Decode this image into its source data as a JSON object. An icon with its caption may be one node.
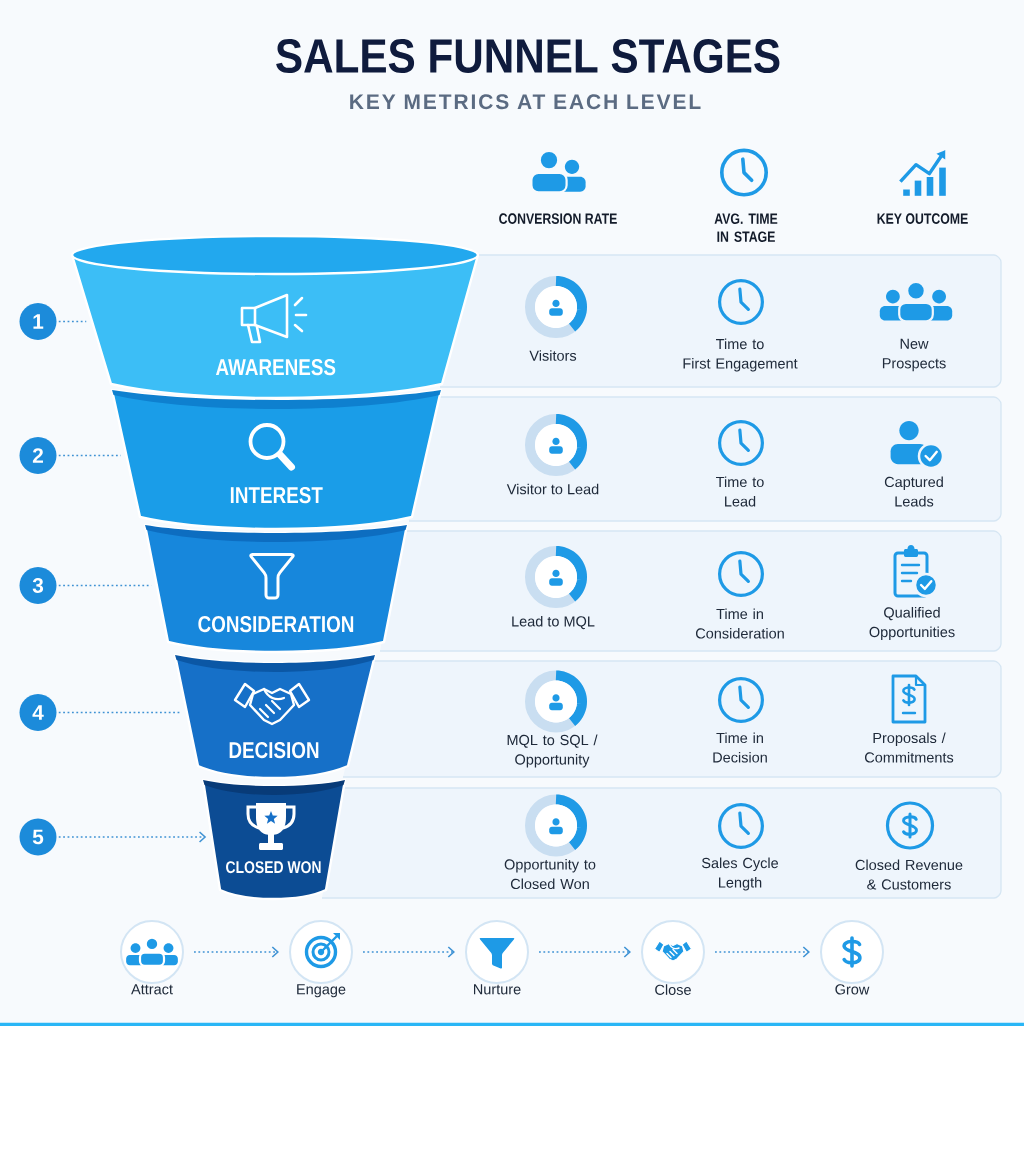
{
  "diagram": {
    "title": "SALES FUNNEL STAGES",
    "nodes": [
      {
        "text": [
          "1"
        ]
      },
      {
        "text": [
          "AWARENESS"
        ]
      },
      {
        "text": [
          "Visitors",
          "Time to First Engagement",
          "New Prospects"
        ]
      },
      {
        "text": [
          "2"
        ]
      },
      {
        "text": [
          "INTEREST"
        ]
      },
      {
        "text": [
          "Visitor to Lead",
          "Time to Lead",
          "Captured Leads"
        ]
      },
      {
        "text": [
          "3"
        ]
      },
      {
        "text": [
          "CONSIDERATION"
        ]
      },
      {
        "text": [
          "Lead to MQL",
          "Time in Consideration",
          "Qualified Opportunities"
        ]
      },
      {
        "text": [
          "4"
        ]
      },
      {
        "text": [
          "DECISION"
        ]
      },
      {
        "text": [
          "MQL to SQL / Opportunity",
          "Time in Decision",
          "Proposals / Commitments"
        ]
      },
      {
        "text": [
          "5"
        ]
      },
      {
        "text": [
          "CLOSED WON"
        ]
      },
      {
        "text": [
          "Opportunity to Closed Won",
          "Sales Cycle Length",
          "Closed Revenue & Customers"
        ]
      },
      {
        "text": [
          "Attract"
        ]
      },
      {
        "text": [
          "Engage"
        ]
      },
      {
        "text": [
          "Nurture"
        ]
      },
      {
        "text": [
          "Close"
        ]
      },
      {
        "text": [
          "Grow"
        ]
      }
    ],
    "edges": [
      {
        "from": 0,
        "to": 1,
        "arrow": "none",
        "style": "dashed"
      },
      {
        "from": 3,
        "to": 4,
        "arrow": "none",
        "style": "dashed"
      },
      {
        "from": 6,
        "to": 7,
        "arrow": "none",
        "style": "dashed"
      },
      {
        "from": 9,
        "to": 10,
        "arrow": "none",
        "style": "dashed"
      },
      {
        "from": 12,
        "to": 13,
        "arrow": "to",
        "style": "dashed"
      },
      {
        "from": 15,
        "to": 16,
        "arrow": "to",
        "style": "dashed"
      },
      {
        "from": 16,
        "to": 17,
        "arrow": "to",
        "style": "dashed"
      },
      {
        "from": 17,
        "to": 18,
        "arrow": "to",
        "style": "dashed"
      },
      {
        "from": 18,
        "to": 19,
        "arrow": "to",
        "style": "dashed"
      }
    ],
    "labels": [
      "KEY METRICS AT EACH LEVEL",
      "CONVERSION RATE",
      "AVG. TIME IN STAGE",
      "KEY OUTCOME"
    ]
  }
}
